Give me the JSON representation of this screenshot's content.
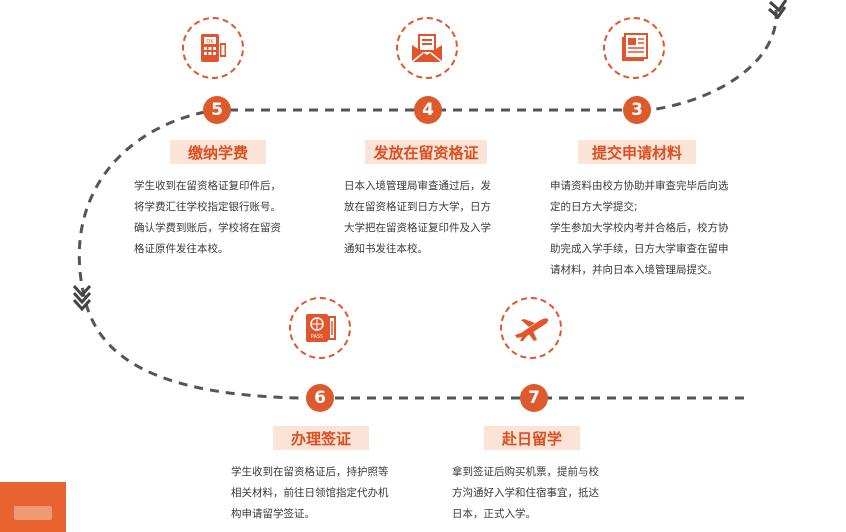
{
  "accent_color": "#dd5a2c",
  "steps": [
    {
      "number": "3",
      "title": "提交申请材料",
      "icon": "newspaper-icon",
      "lines": [
        "申请资料由校方协助并审查完毕后向选",
        "定的日方大学提交;",
        "学生参加大学校内考并合格后，校方协",
        "助完成入学手续，日方大学审查在留申",
        "请材料，并向日本入境管理局提交。"
      ]
    },
    {
      "number": "4",
      "title": "发放在留资格证",
      "icon": "envelope-icon",
      "lines": [
        "日本入境管理局审查通过后，发",
        "放在留资格证到日方大学，日方",
        "大学把在留资格证复印件及入学",
        "通知书发往本校。"
      ]
    },
    {
      "number": "5",
      "title": "缴纳学费",
      "icon": "pos-terminal-icon",
      "lines": [
        "学生收到在留资格证复印件后，",
        "将学费汇往学校指定银行账号。",
        "确认学费到账后，学校将在留资",
        "格证原件发往本校。"
      ]
    },
    {
      "number": "6",
      "title": "办理签证",
      "icon": "passport-icon",
      "lines": [
        "学生收到在留资格证后，持护照等",
        "相关材料，前往日领馆指定代办机",
        "构申请留学签证。"
      ]
    },
    {
      "number": "7",
      "title": "赴日留学",
      "icon": "airplane-icon",
      "lines": [
        "拿到签证后购买机票，提前与校",
        "方沟通好入学和住宿事宜，抵达",
        "日本，正式入学。"
      ]
    }
  ],
  "pass_label": "PASS",
  "ok_label": "OK"
}
